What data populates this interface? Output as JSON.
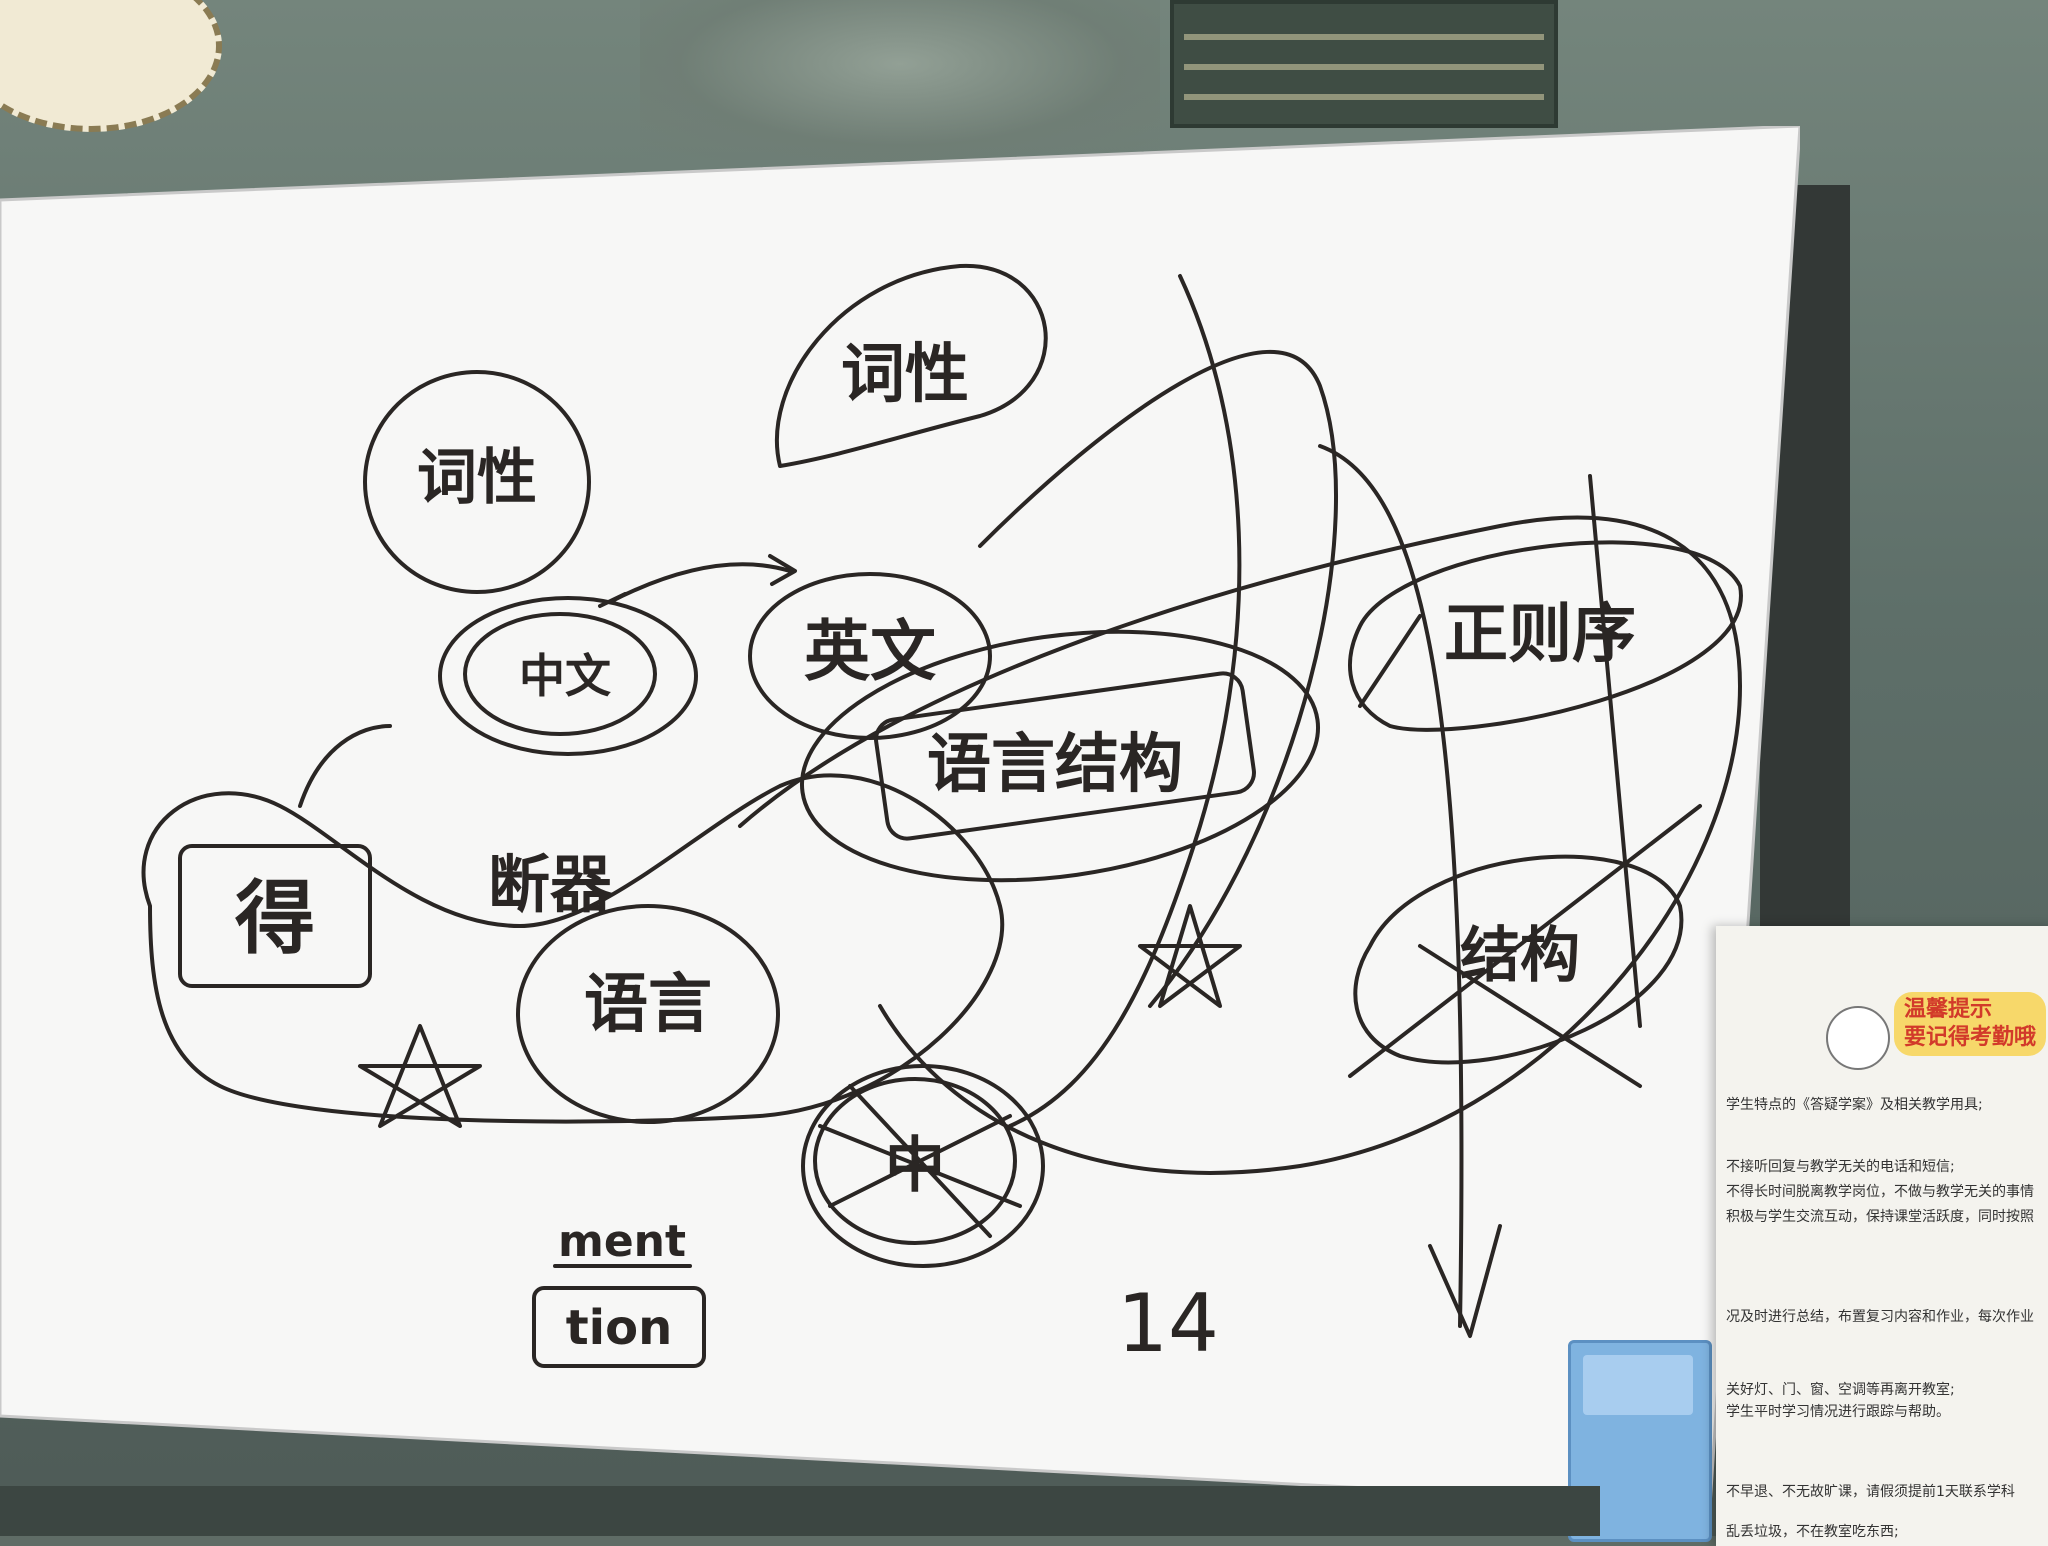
{
  "scene": {
    "description_colors": {
      "board": "#f6f6f6",
      "marker": "#2a2624",
      "notice_accent": "#d23a2a",
      "notice_badge": "#f7d86a",
      "tray": "#7fb3e0"
    }
  },
  "whiteboard": {
    "bubble_cixing_left": "词性",
    "bubble_cixing_top": "词性",
    "bubble_zhongwen": "中文",
    "bubble_yingwen": "英文",
    "box_yuyanjiegou": "语言结构",
    "box_zhengwei": "正则序",
    "box_cross_right": "结构",
    "bubble_yuyan": "语言",
    "box_left_word": "得",
    "word_kuangluan": "断器",
    "word_zhong": "中",
    "word_ment": "ment",
    "box_tion": "tion",
    "number_14": "14"
  },
  "notice": {
    "title_line1": "温馨提示",
    "title_line2": "要记得考勤哦",
    "lines": [
      "学生特点的《答疑学案》及相关教学用具;",
      "不接听回复与教学无关的电话和短信;",
      "不得长时间脱离教学岗位，不做与教学无关的事情",
      "积极与学生交流互动，保持课堂活跃度，同时按照",
      "况及时进行总结，布置复习内容和作业，每次作业",
      "关好灯、门、窗、空调等再离开教室;",
      "学生平时学习情况进行跟踪与帮助。",
      "不早退、不无故旷课，请假须提前1天联系学科",
      "乱丢垃圾，不在教室吃东西;"
    ]
  }
}
